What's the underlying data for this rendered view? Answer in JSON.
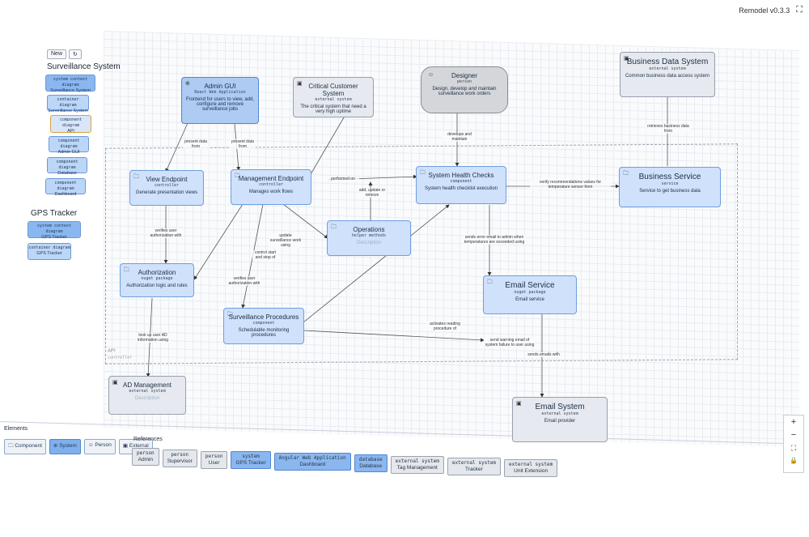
{
  "app": {
    "version": "Remodel v0.3.3",
    "fullscreen_icon": "fullscreen-icon"
  },
  "toolbar": {
    "new_label": "New",
    "history_icon": "history-icon"
  },
  "sidebar": {
    "group1": "Surveillance System",
    "group1_items": [
      {
        "type": "system context diagram",
        "name": "Surveillance System"
      },
      {
        "type": "container diagram",
        "name": "Surveillance System"
      },
      {
        "type": "component diagram",
        "name": "API"
      },
      {
        "type": "component diagram",
        "name": "Admin GUI"
      },
      {
        "type": "component diagram",
        "name": "Database"
      },
      {
        "type": "component diagram",
        "name": "Dashboard"
      }
    ],
    "group2": "GPS Tracker",
    "group2_items": [
      {
        "type": "system context diagram",
        "name": "GPS Tracker"
      },
      {
        "type": "container diagram",
        "name": "GPS Tracker"
      }
    ]
  },
  "boundary": {
    "name": "API",
    "type": "controller"
  },
  "nodes": {
    "admin_gui": {
      "title": "Admin GUI",
      "type": "React Web Application",
      "desc": "Frontend for users to view, add, configure and remove surveillance jobs"
    },
    "critical": {
      "title": "Critical Customer System",
      "type": "external system",
      "desc": "The critical system that need a very high uptime"
    },
    "designer": {
      "title": "Designer",
      "type": "person",
      "desc": "Design, develop and maintain surveillance work orders"
    },
    "bds": {
      "title": "Business Data System",
      "type": "external system",
      "desc": "Common business data access system"
    },
    "view": {
      "title": "View Endpoint",
      "type": "controller",
      "desc": "Generate presentation views"
    },
    "mgmt": {
      "title": "Management Endpoint",
      "type": "controller",
      "desc": "Manages work flows"
    },
    "health": {
      "title": "System Health Checks",
      "type": "component",
      "desc": "System health checklist execution"
    },
    "bsvc": {
      "title": "Business Service",
      "type": "service",
      "desc": "Service to get business data"
    },
    "ops": {
      "title": "Operations",
      "type": "helper methods",
      "desc": "Description"
    },
    "auth": {
      "title": "Authorization",
      "type": "nuget package",
      "desc": "Authorization logic and rules"
    },
    "email_svc": {
      "title": "Email Service",
      "type": "nuget package",
      "desc": "Email service"
    },
    "surv": {
      "title": "Surveillance Procedures",
      "type": "component",
      "desc": "Schedulable monitoring procedures"
    },
    "ad": {
      "title": "AD Management",
      "type": "external system",
      "desc": "Description"
    },
    "email_sys": {
      "title": "Email System",
      "type": "external system",
      "desc": "Email provider"
    }
  },
  "edges": {
    "present1": "present data from",
    "present2": "present data from",
    "performed": "performed on",
    "add_update": "add, update or remove",
    "develops": "develops and maintain",
    "retrieves": "retrieves business data from",
    "verify_rec": "verify recommendations values for temperature sensor from",
    "verifies_auth": "verifies user authorization with",
    "update_surv": "update surveillance work using",
    "control": "control start and stop of",
    "verifies_auth2": "verifies user authorization with",
    "sends_error": "sends error email to admin when temperatures are exceeded using",
    "activates": "activates reading procedure of",
    "lookup": "look up user AD information using",
    "send_warning": "send warning email of system failure to user using",
    "sends_emails": "sends emails with"
  },
  "elements": {
    "title": "Elements",
    "items": [
      {
        "label": "Component",
        "icon": "component-icon"
      },
      {
        "label": "System",
        "icon": "system-icon"
      },
      {
        "label": "Person",
        "icon": "person-icon"
      },
      {
        "label": "External",
        "icon": "external-icon"
      }
    ]
  },
  "references": {
    "title": "References",
    "items": [
      {
        "type": "person",
        "name": "Admin"
      },
      {
        "type": "person",
        "name": "Supervisor"
      },
      {
        "type": "person",
        "name": "User"
      },
      {
        "type": "system",
        "name": "GPS Tracker"
      },
      {
        "type": "Angular Web Application",
        "name": "Dashboard"
      },
      {
        "type": "database",
        "name": "Database"
      },
      {
        "type": "external system",
        "name": "Tag Management"
      },
      {
        "type": "external system",
        "name": "Tracker"
      },
      {
        "type": "external system",
        "name": "Unit Extension"
      }
    ]
  },
  "zoom": {
    "plus": "+",
    "minus": "−",
    "fit": "⛶",
    "lock": "🔒"
  }
}
